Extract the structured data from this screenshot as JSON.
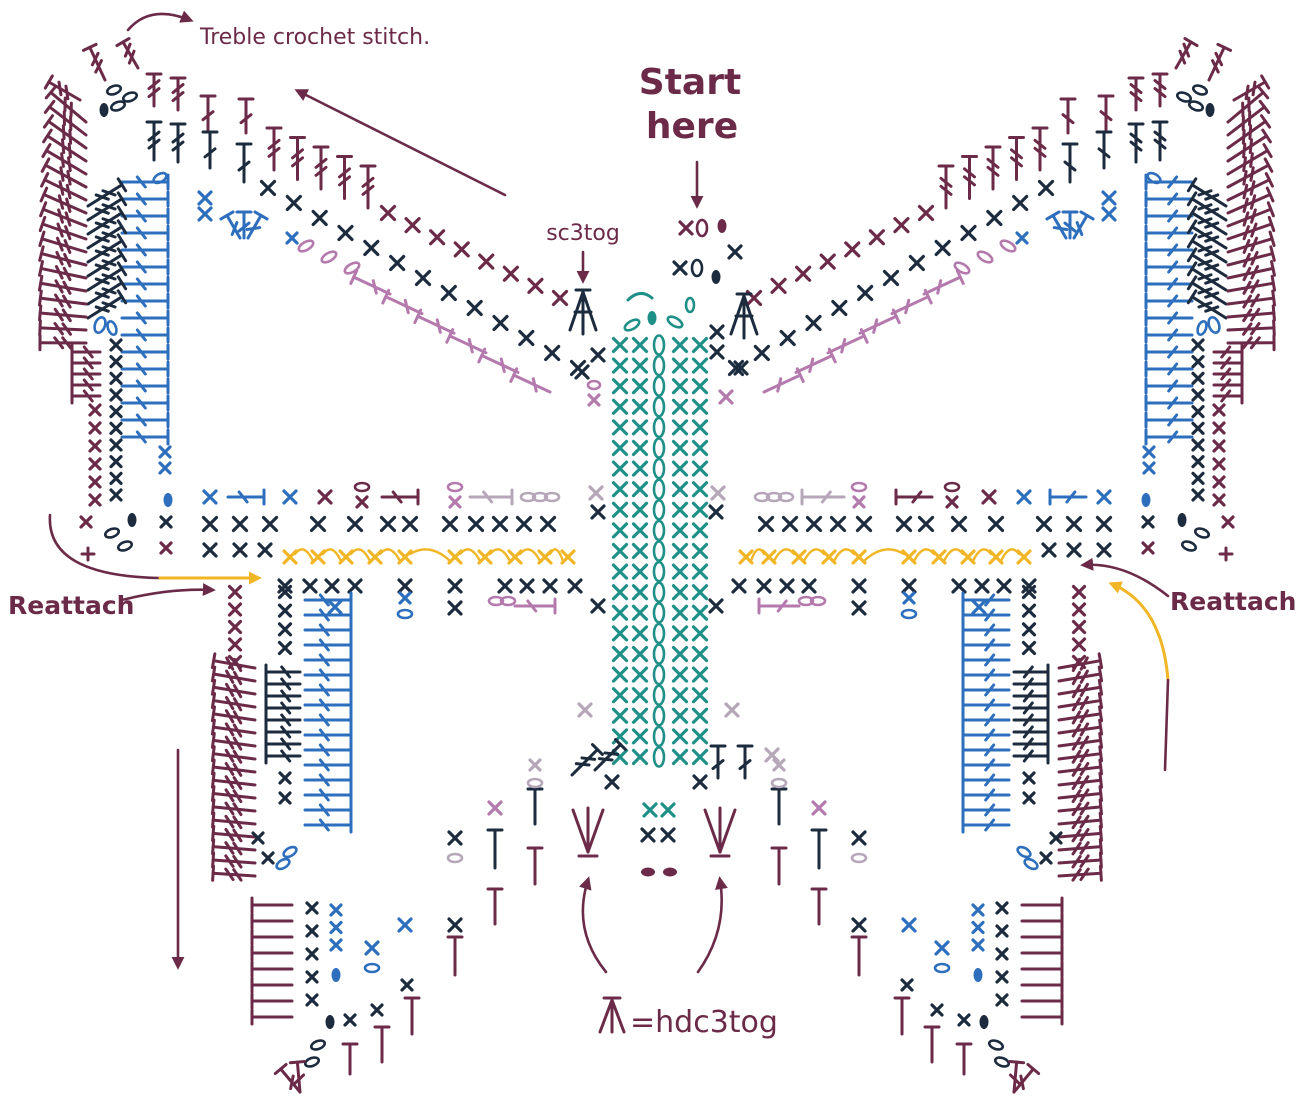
{
  "labels": {
    "treble_note": "Treble crochet stitch.",
    "start_line1": "Start",
    "start_line2": "here",
    "sc3tog_note": "sc3tog",
    "reattach_left": "Reattach",
    "reattach_right": "Reattach",
    "hdc3tog_legend": "=hdc3tog"
  },
  "legend": {
    "icon": "hdc3tog-icon"
  },
  "colors": {
    "maroon": "#6b2b48",
    "navy": "#1c2b3d",
    "blue": "#2e6fbd",
    "teal": "#1f9088",
    "mauve": "#b47aad",
    "lilac": "#b5a7b8",
    "yellow": "#f1b625"
  }
}
